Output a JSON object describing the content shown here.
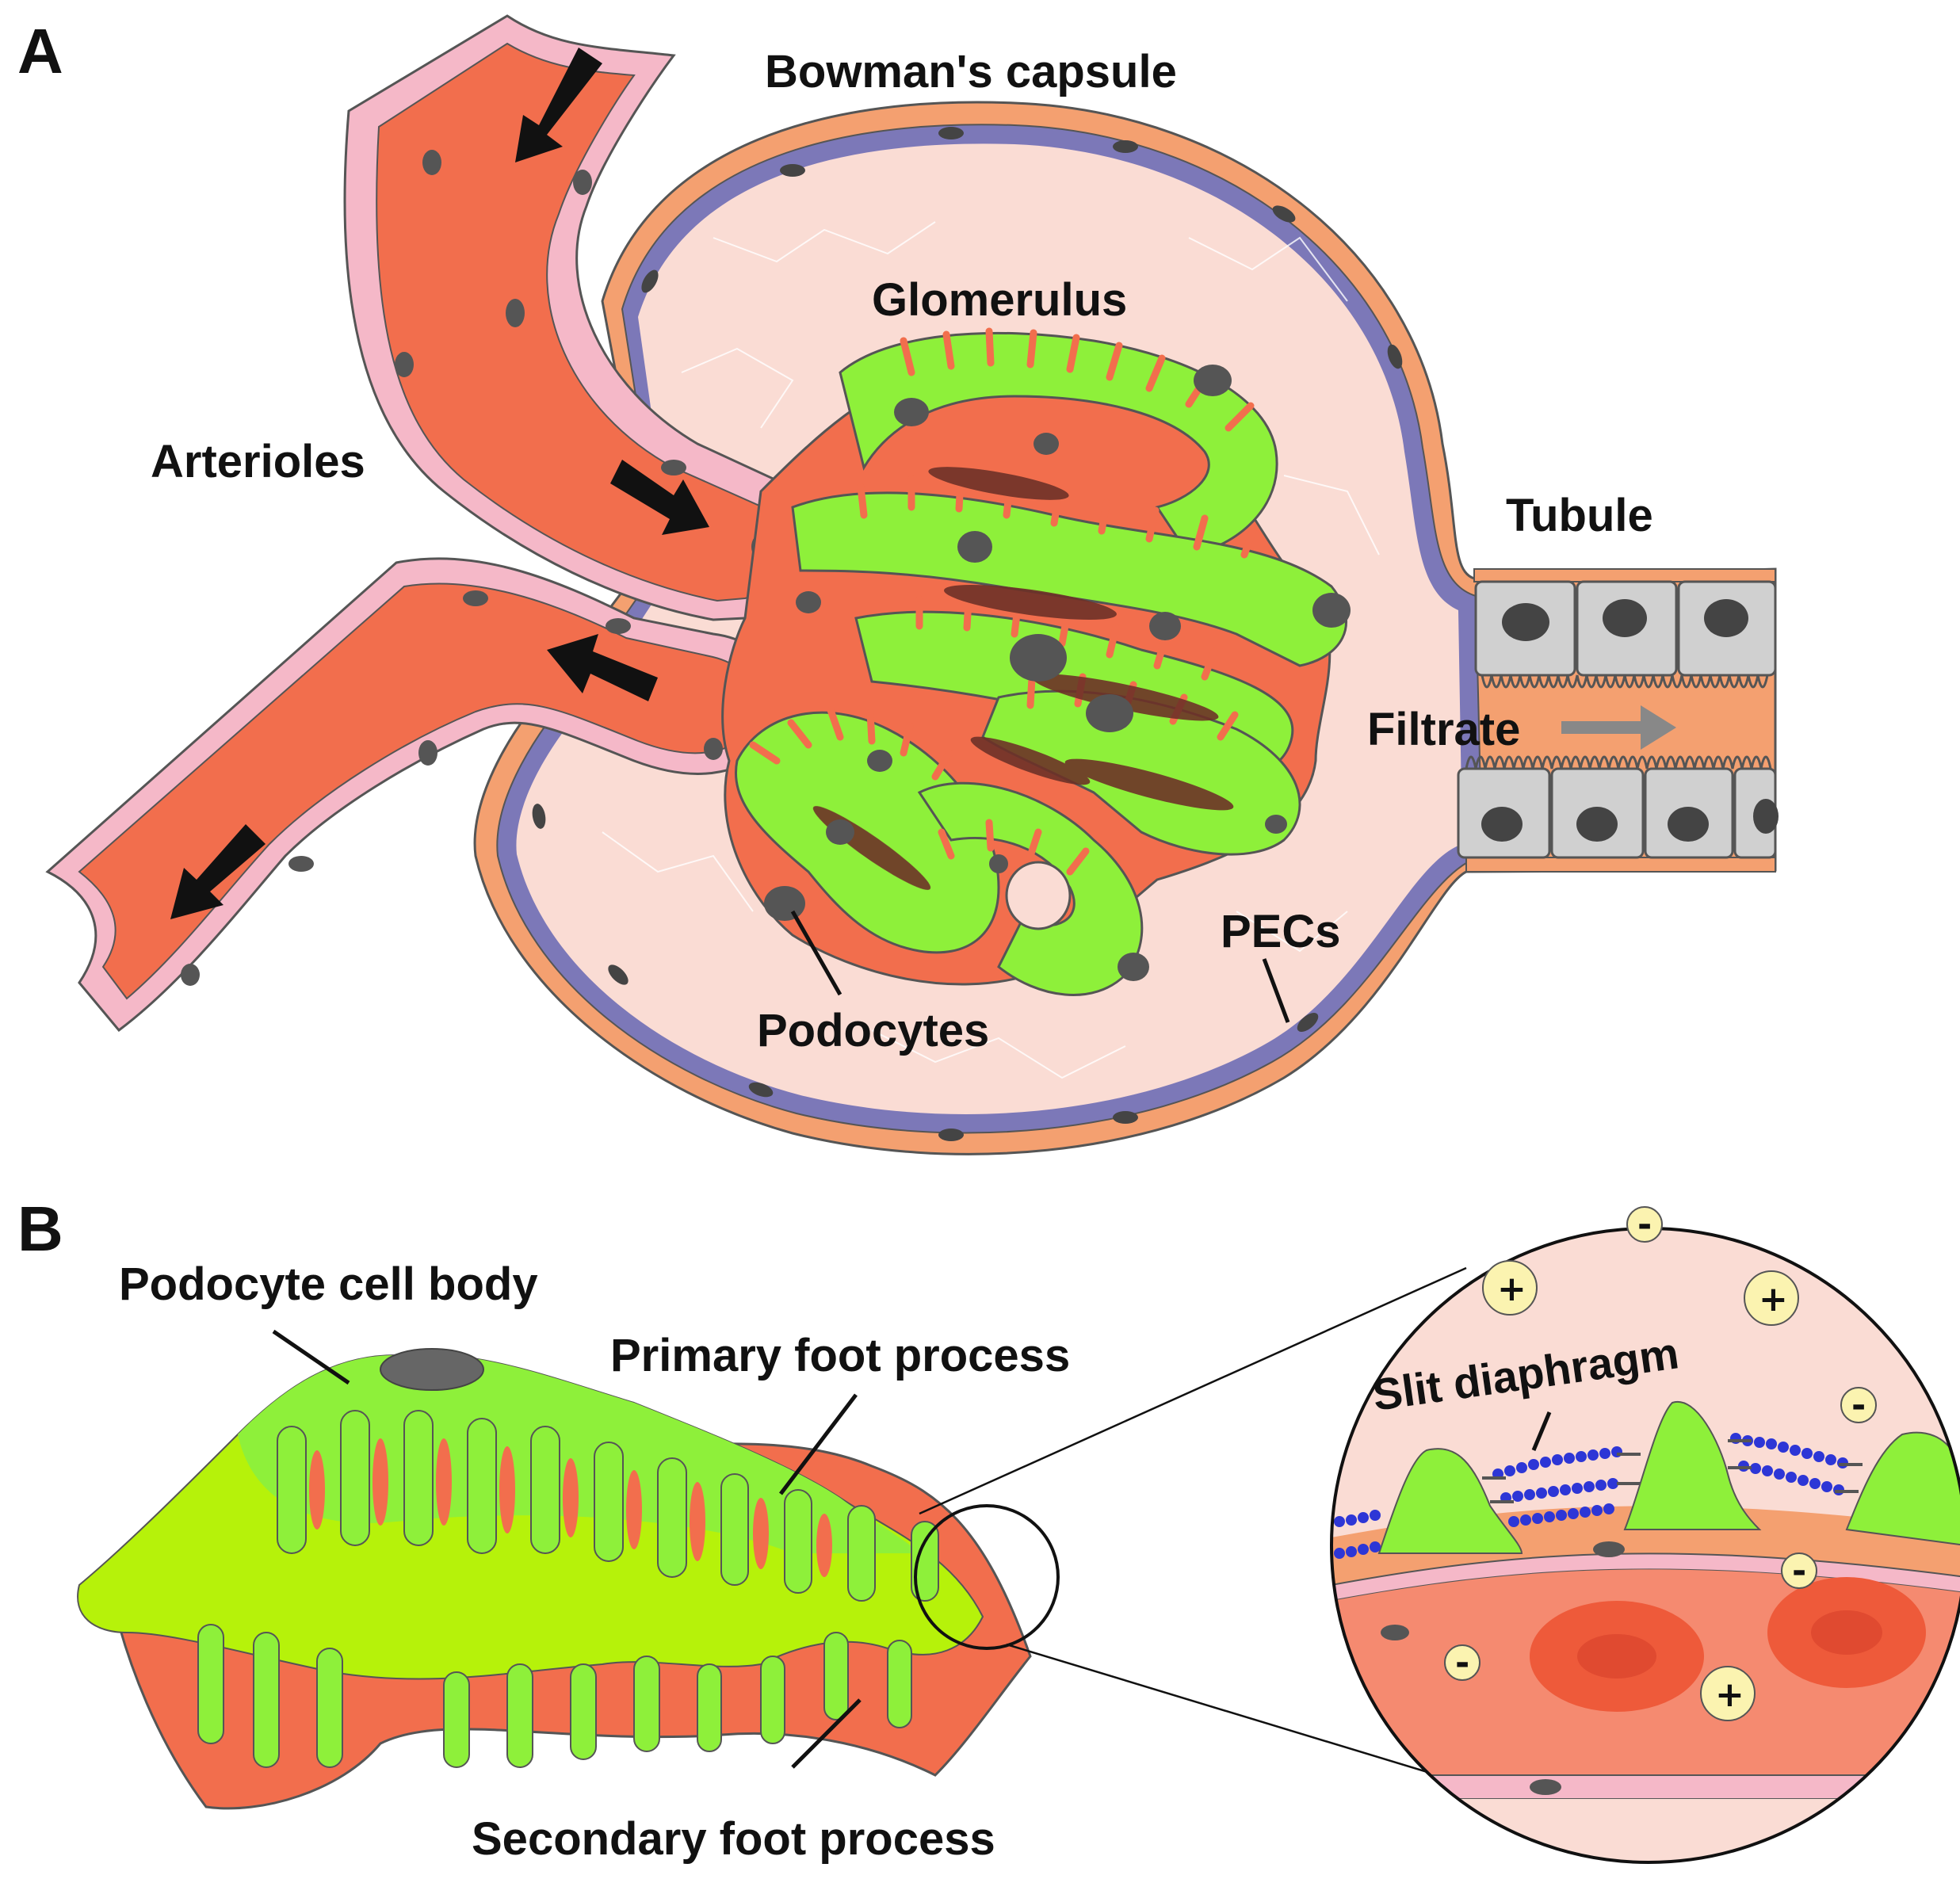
{
  "panels": [
    {
      "letter": "A"
    },
    {
      "letter": "B"
    }
  ],
  "labels": {
    "bowmans_capsule": "Bowman's capsule",
    "glomerulus": "Glomerulus",
    "arterioles": "Arterioles",
    "tubule": "Tubule",
    "filtrate": "Filtrate",
    "pecs": "PECs",
    "podocytes": "Podocytes",
    "podocyte_cell_body": "Podocyte cell body",
    "primary_foot_process": "Primary foot process",
    "secondary_foot_process": "Secondary foot process",
    "slit_diaphragm": "Slit diaphragm"
  },
  "charges": [
    "+",
    "+",
    "+",
    "-",
    "-",
    "-",
    "-"
  ],
  "colors": {
    "vessel": "#f26e4d",
    "vessel_wall": "#f5b8c8",
    "capsule_outer": "#f4a070",
    "pec_layer": "#7c78b8",
    "urinary_space": "#fadcd4",
    "podocyte": "#8ef03a",
    "podocyte_dark": "#b6f20a",
    "nucleus": "#555555",
    "tubule_cell": "#d0d0d0",
    "slit_protein": "#2d36d6",
    "charge_bubble": "#fbf3b0"
  }
}
